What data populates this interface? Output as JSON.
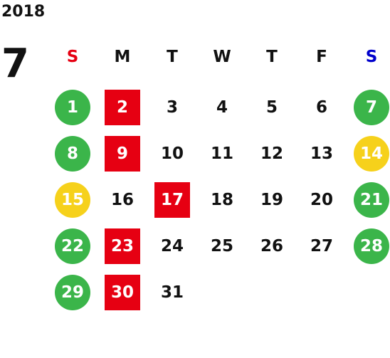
{
  "year": "2018",
  "month": "7",
  "colors": {
    "sunday": "#e60012",
    "saturday": "#0000cc",
    "green": "#3bb54a",
    "yellow": "#f6d11b",
    "red": "#e60012"
  },
  "weekdays": [
    "S",
    "M",
    "T",
    "W",
    "T",
    "F",
    "S"
  ],
  "weeks": [
    [
      {
        "d": "1",
        "m": "green"
      },
      {
        "d": "2",
        "m": "red"
      },
      {
        "d": "3",
        "m": ""
      },
      {
        "d": "4",
        "m": ""
      },
      {
        "d": "5",
        "m": ""
      },
      {
        "d": "6",
        "m": ""
      },
      {
        "d": "7",
        "m": "green"
      }
    ],
    [
      {
        "d": "8",
        "m": "green"
      },
      {
        "d": "9",
        "m": "red"
      },
      {
        "d": "10",
        "m": ""
      },
      {
        "d": "11",
        "m": ""
      },
      {
        "d": "12",
        "m": ""
      },
      {
        "d": "13",
        "m": ""
      },
      {
        "d": "14",
        "m": "yellow"
      }
    ],
    [
      {
        "d": "15",
        "m": "yellow"
      },
      {
        "d": "16",
        "m": ""
      },
      {
        "d": "17",
        "m": "red"
      },
      {
        "d": "18",
        "m": ""
      },
      {
        "d": "19",
        "m": ""
      },
      {
        "d": "20",
        "m": ""
      },
      {
        "d": "21",
        "m": "green"
      }
    ],
    [
      {
        "d": "22",
        "m": "green"
      },
      {
        "d": "23",
        "m": "red"
      },
      {
        "d": "24",
        "m": ""
      },
      {
        "d": "25",
        "m": ""
      },
      {
        "d": "26",
        "m": ""
      },
      {
        "d": "27",
        "m": ""
      },
      {
        "d": "28",
        "m": "green"
      }
    ],
    [
      {
        "d": "29",
        "m": "green"
      },
      {
        "d": "30",
        "m": "red"
      },
      {
        "d": "31",
        "m": ""
      }
    ]
  ]
}
